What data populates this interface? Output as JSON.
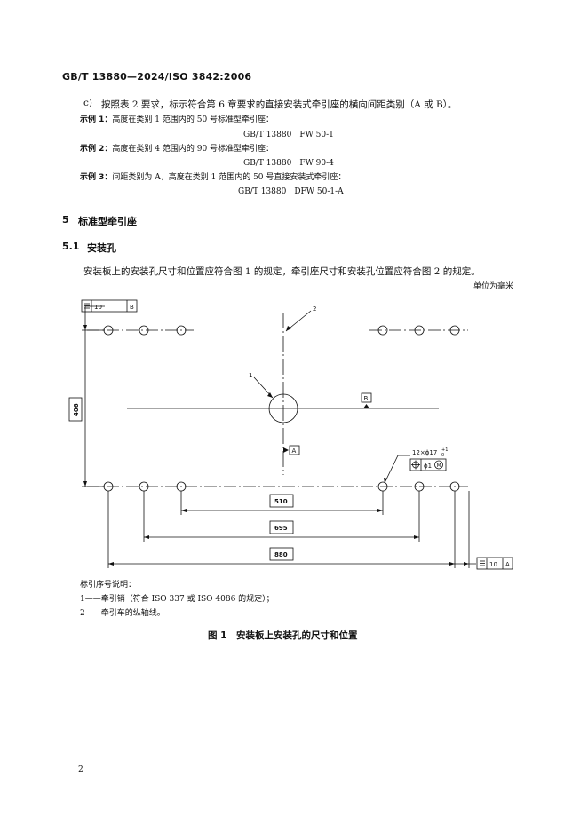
{
  "header": {
    "standard": "GB/T 13880—2024/ISO 3842:2006"
  },
  "item_c": {
    "marker": "c)",
    "text": "按照表 2 要求，标示符合第 6 章要求的直接安装式牵引座的横向间距类别（A 或 B）。"
  },
  "examples": [
    {
      "label": "示例 1：",
      "text": "高度在类别 1 范围内的 50 号标准型牵引座：",
      "code": "GB/T 13880　FW 50-1"
    },
    {
      "label": "示例 2：",
      "text": "高度在类别 4 范围内的 90 号标准型牵引座：",
      "code": "GB/T 13880　FW 90-4"
    },
    {
      "label": "示例 3：",
      "text": "间距类别为 A，高度在类别 1 范围内的 50 号直接安装式牵引座：",
      "code": "GB/T 13880　DFW 50-1-A"
    }
  ],
  "section5": {
    "number": "5",
    "title": "标准型牵引座"
  },
  "section51": {
    "number": "5.1",
    "title": "安装孔"
  },
  "paragraph": "安装板上的安装孔尺寸和位置应符合图 1 的规定，牵引座尺寸和安装孔位置应符合图 2 的规定。",
  "unit_note": "单位为毫米",
  "figure": {
    "dims": {
      "d406": "406",
      "d510": "510",
      "d695": "695",
      "d880": "880"
    },
    "tol_top": {
      "val": "10",
      "ref": "B"
    },
    "tol_bottom": {
      "val": "10",
      "ref": "A"
    },
    "datum_a": "A",
    "datum_b": "B",
    "callout1": "1",
    "callout2": "2",
    "hole_spec": "12×ϕ17",
    "hole_tol_upper": "+1",
    "hole_tol_lower": "0",
    "pos_tol": "ϕ1",
    "mmc": "M"
  },
  "legend": {
    "title": "标引序号说明：",
    "items": [
      "1——牵引销（符合 ISO 337 或 ISO 4086 的规定）；",
      "2——牵引车的纵轴线。"
    ]
  },
  "figure_caption": "图 1　安装板上安装孔的尺寸和位置",
  "page_number": "2"
}
